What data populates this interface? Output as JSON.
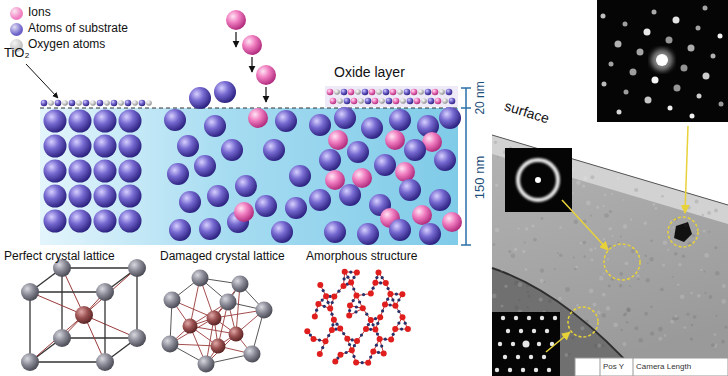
{
  "diagram": {
    "labels": [
      "TiO₂",
      "Oxide layer",
      "20 nm",
      "150 nm",
      "Perfect crystal lattice",
      "Damaged crystal lattice",
      "Amorphous structure",
      "surface",
      "Pos Y",
      "Camera Length"
    ],
    "legend": [
      {
        "text": "Ions",
        "color": "#f07dc0"
      },
      {
        "text": "Atoms of substrate",
        "color": "#6a60c8"
      },
      {
        "text": "Oxygen atoms",
        "color": "#c4c4c4"
      }
    ]
  }
}
